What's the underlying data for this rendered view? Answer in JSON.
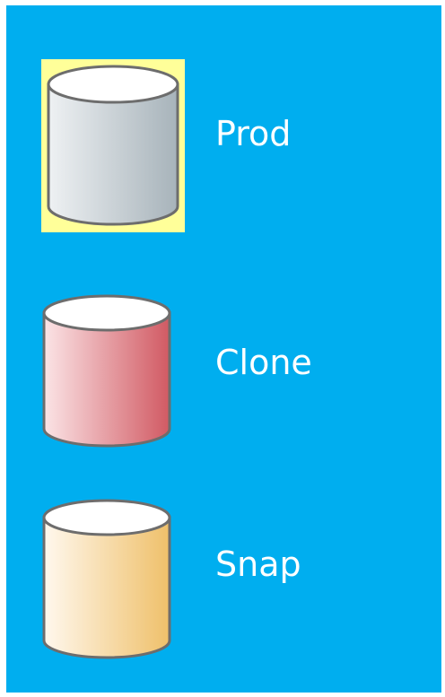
{
  "highlight_color": "#FFFF99",
  "background_color": "#00AEEF",
  "items": [
    {
      "label": "Prod",
      "icon": "database-cylinder-icon",
      "colors": {
        "light": "#eef1f3",
        "dark": "#a7b3ba",
        "top": "#ffffff",
        "stroke": "#6d6d6d"
      },
      "highlighted": true
    },
    {
      "label": "Clone",
      "icon": "database-cylinder-icon",
      "colors": {
        "light": "#fbe4e6",
        "dark": "#d15a63",
        "top": "#ffffff",
        "stroke": "#6d6d6d"
      },
      "highlighted": false
    },
    {
      "label": "Snap",
      "icon": "database-cylinder-icon",
      "colors": {
        "light": "#fff8ee",
        "dark": "#efc06a",
        "top": "#ffffff",
        "stroke": "#6d6d6d"
      },
      "highlighted": false
    }
  ]
}
